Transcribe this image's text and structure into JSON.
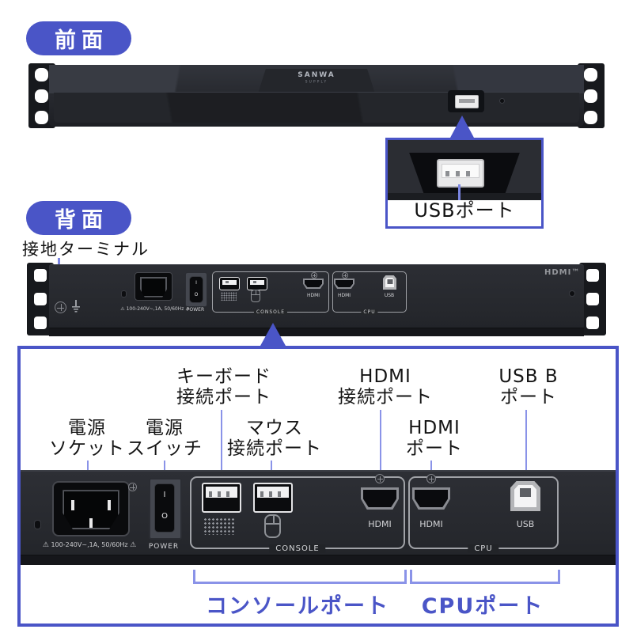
{
  "colors": {
    "accent": "#4a55c7",
    "callout_line": "#8a93e8"
  },
  "front": {
    "badge": "前面",
    "brand_line1": "SANWA",
    "brand_line2": "SUPPLY",
    "inset_label": "USBポート"
  },
  "back": {
    "badge": "背面",
    "ground_label": "接地ターミナル",
    "hdmi_logo": "HDMI™"
  },
  "panel": {
    "power": "POWER",
    "console": "CONSOLE",
    "cpu": "CPU",
    "hdmi": "HDMI",
    "usb": "USB",
    "rating": "100-240V~,1A, 50/60Hz",
    "warn": "⚠",
    "switch_on": "I",
    "switch_off": "O"
  },
  "callouts": {
    "power_socket": {
      "line1": "電源",
      "line2": "ソケット"
    },
    "power_switch": {
      "line1": "電源",
      "line2": "スイッチ"
    },
    "keyboard": {
      "line1": "キーボード",
      "line2": "接続ポート"
    },
    "mouse": {
      "line1": "マウス",
      "line2": "接続ポート"
    },
    "hdmi_connect": {
      "line1": "HDMI",
      "line2": "接続ポート"
    },
    "hdmi_port": {
      "line1": "HDMI",
      "line2": "ポート"
    },
    "usb_b": {
      "line1": "USB B",
      "line2": "ポート"
    }
  },
  "brackets": {
    "console": "コンソールポート",
    "cpu": "CPUポート"
  }
}
